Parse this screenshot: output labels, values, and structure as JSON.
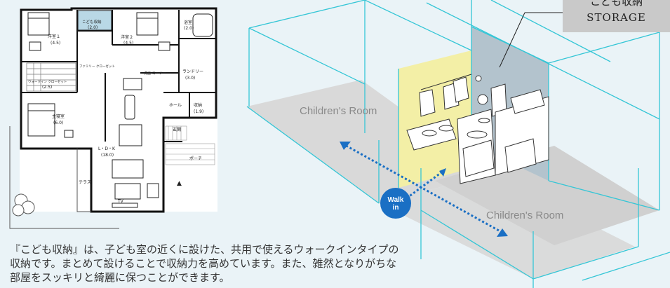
{
  "floor_plan": {
    "rooms": [
      {
        "name": "洋室１",
        "size": "(4.5)"
      },
      {
        "name": "こども収納",
        "size": "(2.0)"
      },
      {
        "name": "洋室２",
        "size": "(4.5)"
      },
      {
        "name": "浴室",
        "size": "(2.0)"
      },
      {
        "name": "ファミリー クローゼット",
        "size": ""
      },
      {
        "name": "ウォークイン クローゼット",
        "size": "(2.5)"
      },
      {
        "name": "洗面 コーナー",
        "size": ""
      },
      {
        "name": "ランドリー",
        "size": "(3.0)"
      },
      {
        "name": "主寝室",
        "size": "(6.0)"
      },
      {
        "name": "ホール",
        "size": ""
      },
      {
        "name": "収納",
        "size": "(1.9)"
      },
      {
        "name": "玄関",
        "size": ""
      },
      {
        "name": "L・D・K",
        "size": "(18.0)"
      },
      {
        "name": "テラス",
        "size": ""
      },
      {
        "name": "ポーチ",
        "size": ""
      },
      {
        "name": "TV",
        "size": ""
      }
    ],
    "entrance_marker": "▲"
  },
  "diagram": {
    "children_room_left": "Children's Room",
    "children_room_right": "Children's Room",
    "walk_in_badge": [
      "Walk",
      "in"
    ],
    "colors": {
      "accent": "#1a6fc4",
      "wireframe": "#35c6d6",
      "yellow_wall": "#f3efa6",
      "gray_wall": "#b3c3cd",
      "floor": "#d9d9d9"
    }
  },
  "callout": {
    "jp": "こども収納",
    "en": "STORAGE"
  },
  "caption_lines": [
    "『こども収納』は、子ども室の近くに設けた、共用で使えるウォークインタイプの",
    "収納です。まとめて設けることで収納力を高めています。また、雑然となりがちな",
    "部屋をスッキリと綺麗に保つことができます。"
  ]
}
